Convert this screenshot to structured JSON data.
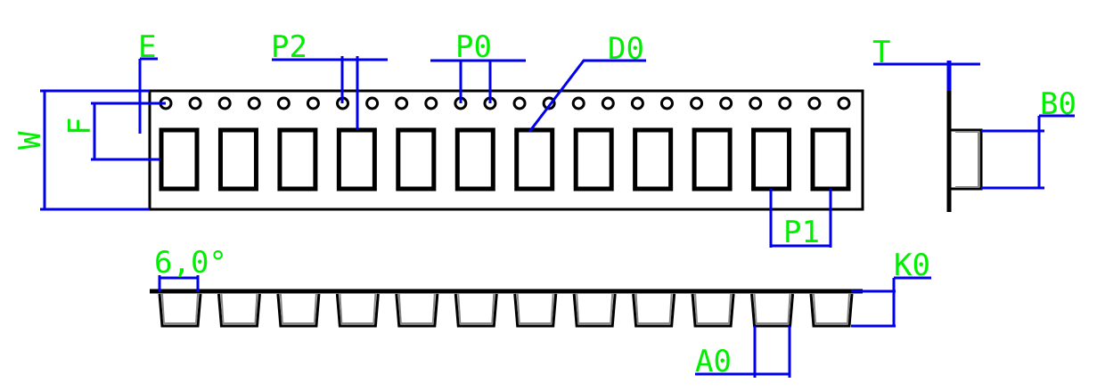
{
  "labels": {
    "E": "E",
    "P2": "P2",
    "P0": "P0",
    "D0": "D0",
    "T": "T",
    "B0": "B0",
    "W": "W",
    "F": "F",
    "P1": "P1",
    "angle": "6,0°",
    "K0": "K0",
    "A0": "A0"
  },
  "tape": {
    "sprocket_holes": 24,
    "pockets": 12
  },
  "colors": {
    "dimension": "#0000ee",
    "label": "#00ee00",
    "outline": "#000000"
  }
}
